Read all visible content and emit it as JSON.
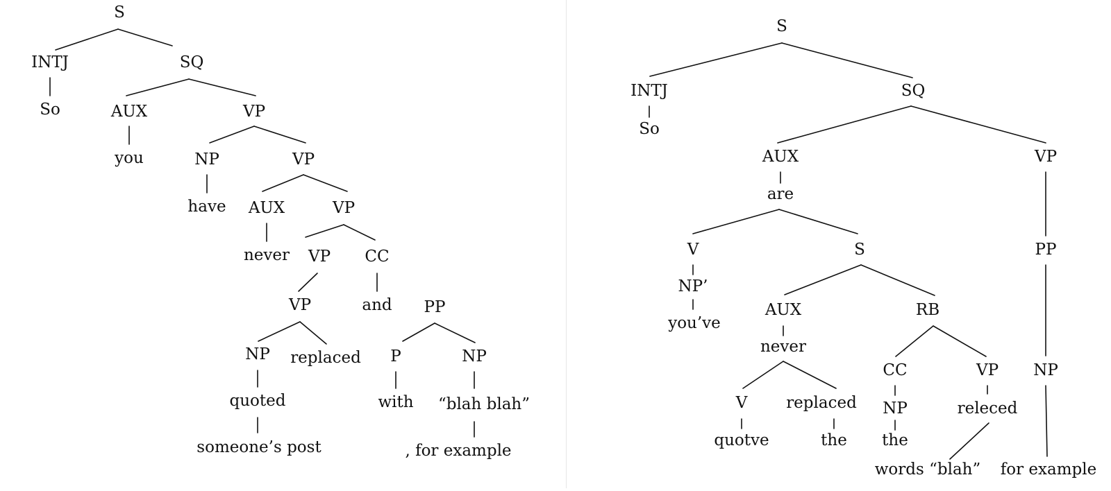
{
  "trees": [
    {
      "id": "left",
      "nodes": [
        {
          "id": "S",
          "label": "S"
        },
        {
          "id": "INTJ",
          "label": "INTJ"
        },
        {
          "id": "So",
          "label": "So"
        },
        {
          "id": "SQ",
          "label": "SQ"
        },
        {
          "id": "AUX1",
          "label": "AUX"
        },
        {
          "id": "you",
          "label": "you"
        },
        {
          "id": "VP1",
          "label": "VP"
        },
        {
          "id": "NP1",
          "label": "NP"
        },
        {
          "id": "have",
          "label": "have"
        },
        {
          "id": "VP2",
          "label": "VP"
        },
        {
          "id": "AUX2",
          "label": "AUX"
        },
        {
          "id": "never",
          "label": "never"
        },
        {
          "id": "VP3",
          "label": "VP"
        },
        {
          "id": "VP4",
          "label": "VP"
        },
        {
          "id": "CC",
          "label": "CC"
        },
        {
          "id": "and",
          "label": "and"
        },
        {
          "id": "VP5",
          "label": "VP"
        },
        {
          "id": "NP2",
          "label": "NP"
        },
        {
          "id": "replaced",
          "label": "replaced"
        },
        {
          "id": "quoted",
          "label": "quoted"
        },
        {
          "id": "someones",
          "label": "someone’s post"
        },
        {
          "id": "PP",
          "label": "PP"
        },
        {
          "id": "P",
          "label": "P"
        },
        {
          "id": "with",
          "label": "with"
        },
        {
          "id": "NP3",
          "label": "NP"
        },
        {
          "id": "blah",
          "label": "“blah blah”"
        },
        {
          "id": "forex",
          "label": ", for example"
        }
      ],
      "edges": [
        [
          "S",
          "INTJ"
        ],
        [
          "S",
          "SQ"
        ],
        [
          "INTJ",
          "So"
        ],
        [
          "SQ",
          "AUX1"
        ],
        [
          "SQ",
          "VP1"
        ],
        [
          "AUX1",
          "you"
        ],
        [
          "VP1",
          "NP1"
        ],
        [
          "VP1",
          "VP2"
        ],
        [
          "NP1",
          "have"
        ],
        [
          "VP2",
          "AUX2"
        ],
        [
          "VP2",
          "VP3"
        ],
        [
          "AUX2",
          "never"
        ],
        [
          "VP3",
          "VP4"
        ],
        [
          "VP3",
          "CC"
        ],
        [
          "CC",
          "and"
        ],
        [
          "VP4",
          "VP5"
        ],
        [
          "VP5",
          "NP2"
        ],
        [
          "VP5",
          "replaced"
        ],
        [
          "NP2",
          "quoted"
        ],
        [
          "quoted",
          "someones"
        ],
        [
          "PP",
          "P"
        ],
        [
          "PP",
          "NP3"
        ],
        [
          "P",
          "with"
        ],
        [
          "NP3",
          "blah"
        ],
        [
          "blah",
          "forex"
        ]
      ]
    },
    {
      "id": "right",
      "nodes": [
        {
          "id": "S",
          "label": "S"
        },
        {
          "id": "INTJ",
          "label": "INTJ"
        },
        {
          "id": "So",
          "label": "So"
        },
        {
          "id": "SQ",
          "label": "SQ"
        },
        {
          "id": "AUX1",
          "label": "AUX"
        },
        {
          "id": "are",
          "label": "are"
        },
        {
          "id": "VP1",
          "label": "VP"
        },
        {
          "id": "PP",
          "label": "PP"
        },
        {
          "id": "NP4",
          "label": "NP"
        },
        {
          "id": "forex",
          "label": "for example"
        },
        {
          "id": "V1",
          "label": "V"
        },
        {
          "id": "NPp",
          "label": "NP’"
        },
        {
          "id": "youve",
          "label": "you’ve"
        },
        {
          "id": "S2",
          "label": "S"
        },
        {
          "id": "AUX2",
          "label": "AUX"
        },
        {
          "id": "never",
          "label": "never"
        },
        {
          "id": "V2",
          "label": "V"
        },
        {
          "id": "quotve",
          "label": "quotve"
        },
        {
          "id": "replaced",
          "label": "replaced"
        },
        {
          "id": "the1",
          "label": "the"
        },
        {
          "id": "RB",
          "label": "RB"
        },
        {
          "id": "CC",
          "label": "CC"
        },
        {
          "id": "NP3",
          "label": "NP"
        },
        {
          "id": "the2",
          "label": "the"
        },
        {
          "id": "VP2",
          "label": "VP"
        },
        {
          "id": "releced",
          "label": "releced"
        },
        {
          "id": "words",
          "label": "words “blah”"
        }
      ],
      "edges": [
        [
          "S",
          "INTJ"
        ],
        [
          "S",
          "SQ"
        ],
        [
          "INTJ",
          "So"
        ],
        [
          "SQ",
          "AUX1"
        ],
        [
          "SQ",
          "VP1"
        ],
        [
          "AUX1",
          "are"
        ],
        [
          "are",
          "V1"
        ],
        [
          "are",
          "S2"
        ],
        [
          "V1",
          "NPp"
        ],
        [
          "NPp",
          "youve"
        ],
        [
          "S2",
          "AUX2"
        ],
        [
          "S2",
          "RB"
        ],
        [
          "AUX2",
          "never"
        ],
        [
          "never",
          "V2"
        ],
        [
          "never",
          "replaced"
        ],
        [
          "V2",
          "quotve"
        ],
        [
          "replaced",
          "the1"
        ],
        [
          "RB",
          "CC"
        ],
        [
          "RB",
          "VP2"
        ],
        [
          "CC",
          "NP3"
        ],
        [
          "NP3",
          "the2"
        ],
        [
          "VP2",
          "releced"
        ],
        [
          "releced",
          "words"
        ],
        [
          "VP1",
          "PP"
        ],
        [
          "PP",
          "NP4"
        ],
        [
          "NP4",
          "forex"
        ]
      ]
    }
  ]
}
